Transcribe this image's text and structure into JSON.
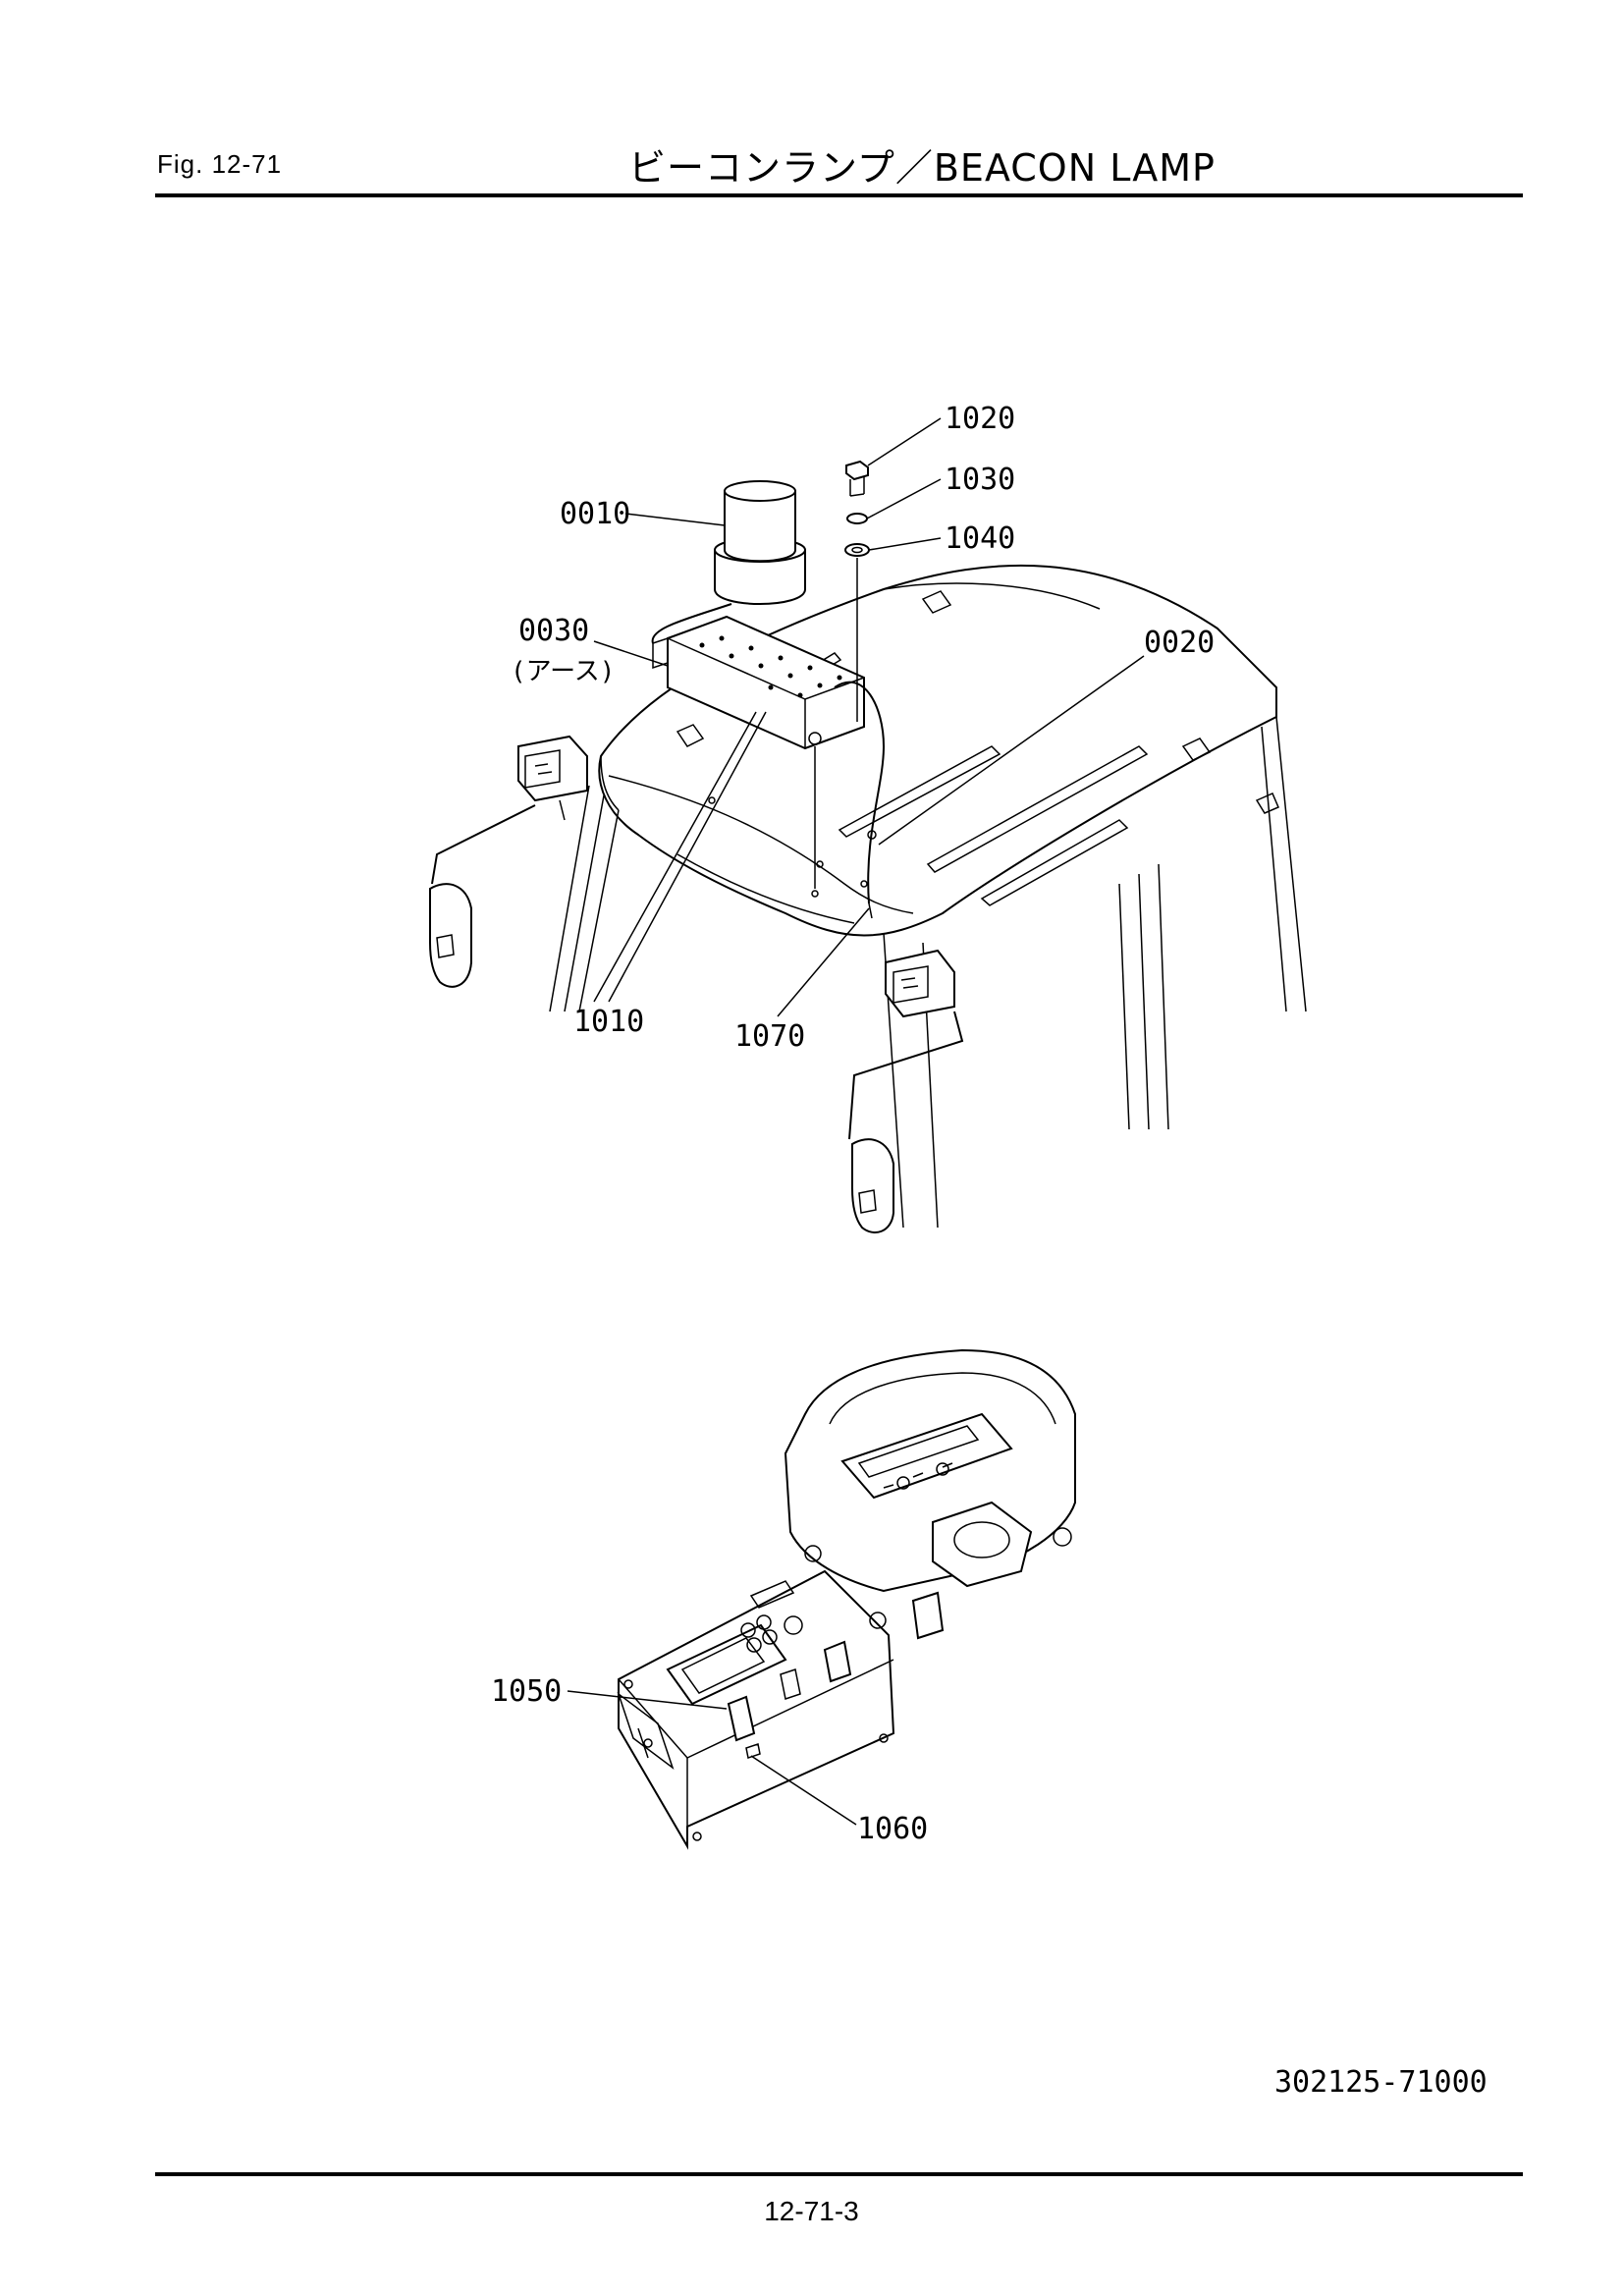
{
  "header": {
    "fig_label": "Fig.  12-71",
    "title": "ビーコンランプ／BEACON  LAMP"
  },
  "callouts": {
    "c0010": "0010",
    "c0020": "0020",
    "c0030": "0030",
    "c0030_note": "(アース)",
    "c1010": "1010",
    "c1020": "1020",
    "c1030": "1030",
    "c1040": "1040",
    "c1050": "1050",
    "c1060": "1060",
    "c1070": "1070"
  },
  "footer": {
    "part_number": "302125-71000",
    "page_number": "12-71-3"
  }
}
